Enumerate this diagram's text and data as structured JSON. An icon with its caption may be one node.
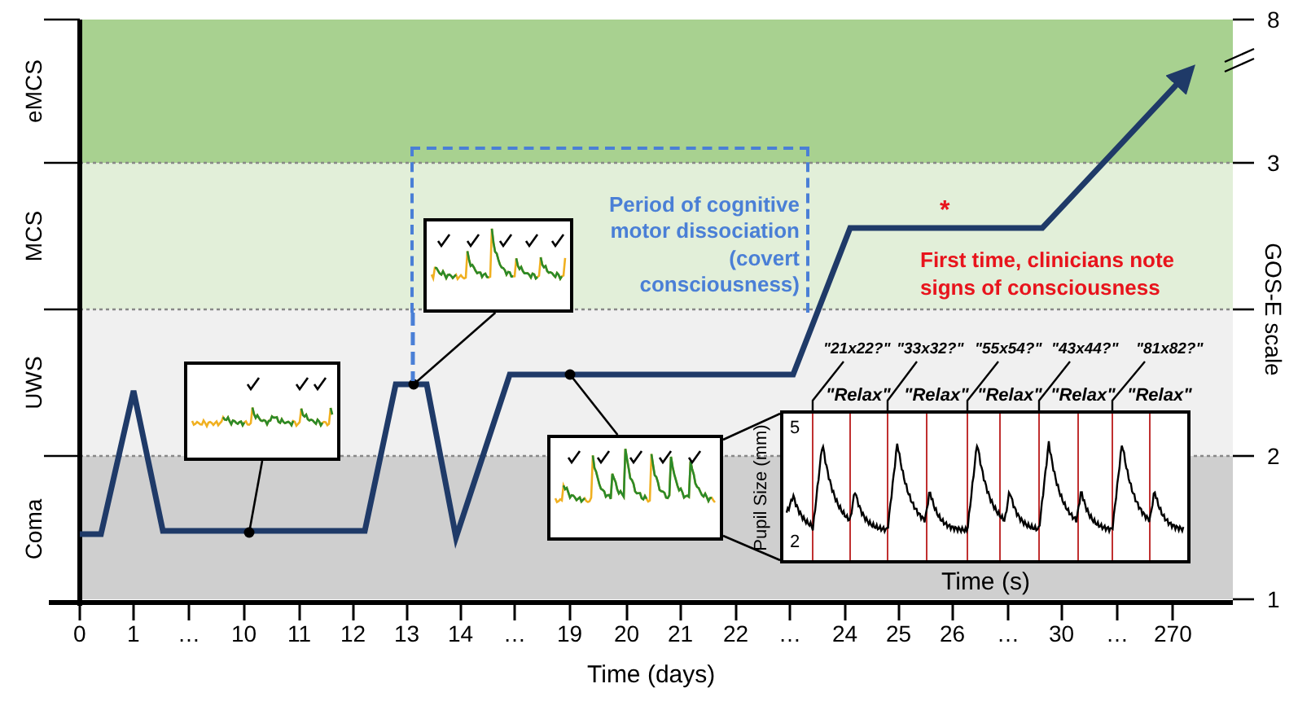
{
  "diagram": {
    "nodes": [
      {
        "text": [
          "Period of cognitive motor dissociation (covert consciousness)"
        ]
      },
      {
        "text": [],
        "shape": "picture"
      },
      {
        "text": [],
        "shape": "picture",
        "in": 0
      },
      {
        "text": [],
        "shape": "picture"
      },
      {
        "text": [
          "5",
          "2",
          "Pupil Size (mm)"
        ]
      }
    ],
    "edges": [
      {
        "from": 1,
        "to": null,
        "arrow": "other"
      },
      {
        "from": 2,
        "to": null,
        "arrow": "other"
      },
      {
        "from": 3,
        "to": null,
        "arrow": "other"
      },
      {
        "from": 3,
        "to": 4,
        "arrow": "none"
      },
      {
        "from": 0,
        "to": null,
        "arrow": "none",
        "style": "dashed",
        "color": "#4a7fd6"
      }
    ],
    "labels": [
      "eMCS",
      "8",
      "MCS",
      "3",
      "*",
      "First time, clinicians note signs of consciousness",
      "UWS",
      "GOS-E scale",
      "\"21x22?\"",
      "\"33x32?\"",
      "\"55x54?\"",
      "\"43x44?\"",
      "\"81x82?\"",
      "\"Relax\"",
      "\"Relax\"",
      "\"Relax\"",
      "\"Relax\"",
      "\"Relax\"",
      "2",
      "Coma",
      "Time (s)",
      "1",
      "0",
      "1",
      "…",
      "10",
      "11",
      "12",
      "13",
      "14",
      "…",
      "19",
      "20",
      "21",
      "22",
      "…",
      "24",
      "25",
      "26",
      "…",
      "30",
      "…",
      "270",
      "Time (days)"
    ]
  }
}
